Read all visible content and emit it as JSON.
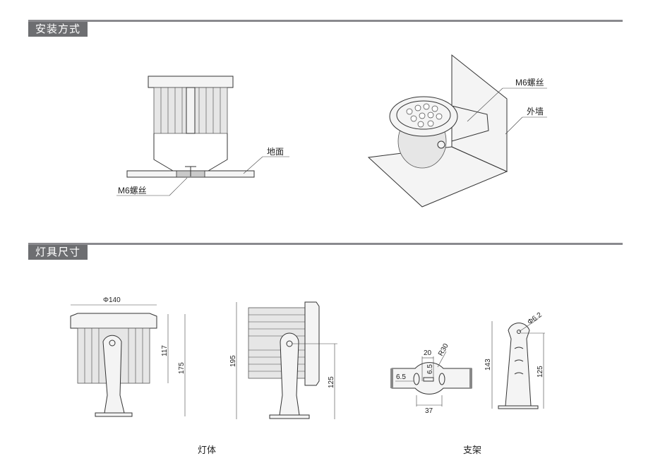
{
  "sections": [
    {
      "title": "安装方式"
    },
    {
      "title": "灯具尺寸"
    }
  ],
  "installation": {
    "ground_label": "地面",
    "ground_screw_label": "M6螺丝",
    "wall_screw_label": "M6螺丝",
    "wall_label": "外墙"
  },
  "dimensions": {
    "lamp": {
      "diameter": "Φ140",
      "head_height": "117",
      "total_height_front": "175",
      "total_height_side": "195",
      "pivot_height": "125",
      "caption": "灯体"
    },
    "bracket": {
      "width_20": "20",
      "radius": "R30",
      "slot_65_v": "6.5",
      "slot_65_h": "6.5",
      "base_width": "37",
      "hole": "Φ6.2",
      "height": "143",
      "pivot_height": "125",
      "caption": "支架"
    }
  }
}
